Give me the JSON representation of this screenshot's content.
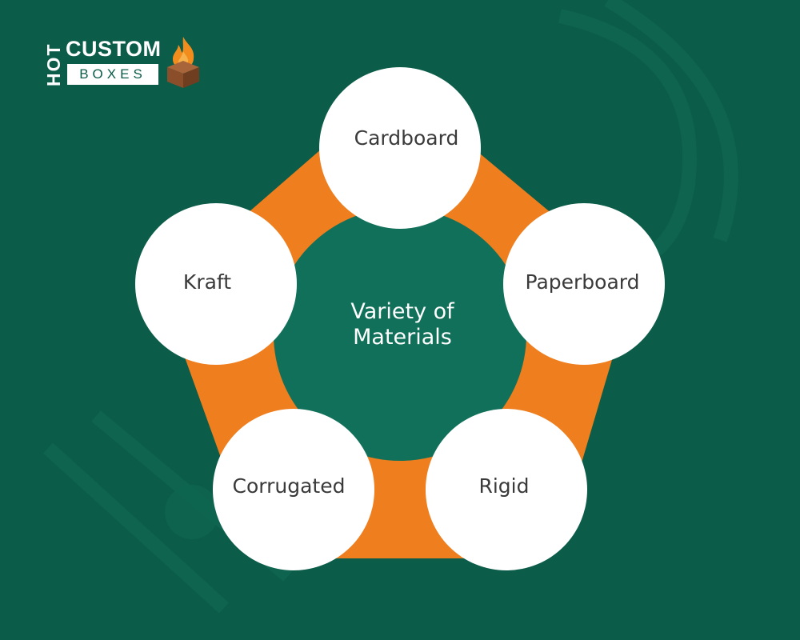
{
  "logo": {
    "word_hot": "HOT",
    "word_custom": "CUSTOM",
    "word_boxes": "BOXES",
    "icon": "flame-box-icon"
  },
  "diagram": {
    "center": {
      "line1": "Variety of",
      "line2": "Materials"
    },
    "nodes": [
      {
        "label": "Cardboard"
      },
      {
        "label": "Paperboard"
      },
      {
        "label": "Rigid"
      },
      {
        "label": "Corrugated"
      },
      {
        "label": "Kraft"
      }
    ]
  },
  "colors": {
    "background": "#0b5c48",
    "ring": "#ee7e1e",
    "center_fill": "#11705a",
    "node_fill": "#ffffff",
    "node_text": "#3a3a3a",
    "flame": "#f28c1c",
    "box": "#8a4f2a"
  }
}
